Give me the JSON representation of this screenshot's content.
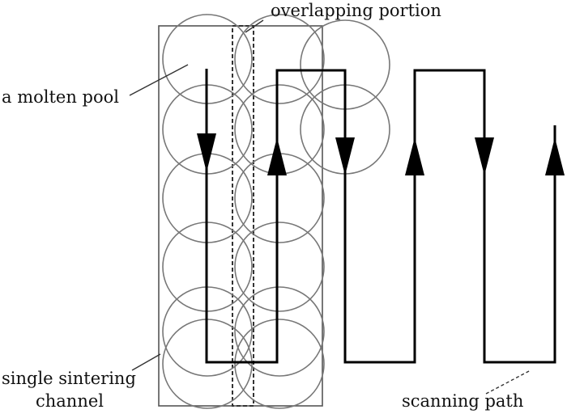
{
  "labels": {
    "overlapping_portion": "overlapping portion",
    "molten_pool": "a molten pool",
    "single_sintering_line1": "single sintering",
    "single_sintering_line2": "channel",
    "scanning_path": "scanning path"
  },
  "colors": {
    "path": "#000000",
    "circles": "#777777",
    "channel": "#555555"
  }
}
